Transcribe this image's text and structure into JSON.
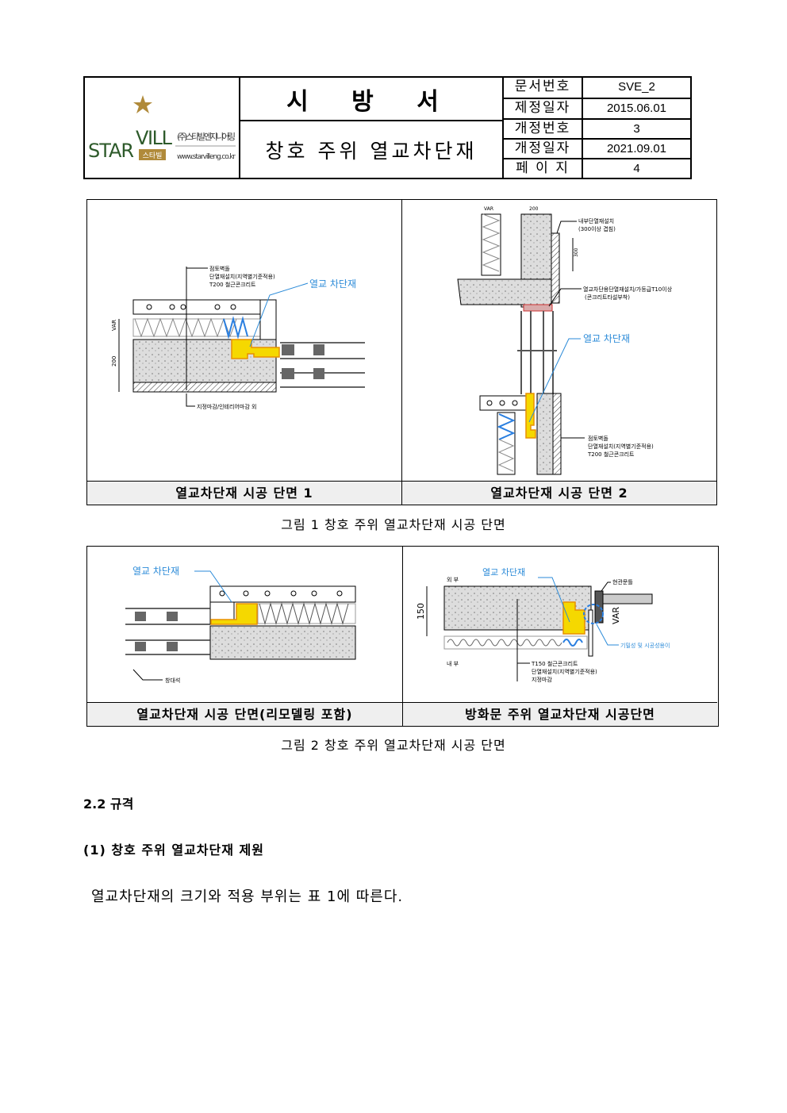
{
  "header": {
    "logo": {
      "brand": "STARVILL",
      "brand_kr": "스타빌",
      "company": "(주)스타빌 엔지니어링",
      "url": "www.starvilleng.co.kr"
    },
    "doc_type": "시 방 서",
    "doc_title": "창호 주위 열교차단재",
    "meta": [
      {
        "label": "문서번호",
        "value": "SVE_2"
      },
      {
        "label": "제정일자",
        "value": "2015.06.01"
      },
      {
        "label": "개정번호",
        "value": "3"
      },
      {
        "label": "개정일자",
        "value": "2021.09.01"
      },
      {
        "label": "페 이 지",
        "value": "4"
      }
    ]
  },
  "figure1": {
    "panels": [
      {
        "caption": "열교차단재 시공 단면 1",
        "labels": {
          "callout": "열교 차단재",
          "l1": "점토벽돌",
          "l2": "단열재설치(지역별기준적용)",
          "l3": "T200 철근콘크리트",
          "bottom": "지정마감/인테리어마감 외",
          "dim_var": "VAR",
          "dim_200": "200"
        }
      },
      {
        "caption": "열교차단재 시공 단면 2",
        "labels": {
          "callout": "열교 차단재",
          "top1": "내부단열재설치",
          "top2": "(300이상 겹침)",
          "mid1": "열교차단용단열재설치/가등급T10이상",
          "mid2": "(콘크리트타설부착)",
          "l1": "점토벽돌",
          "l2": "단열재설치(지역별기준적용)",
          "l3": "T200 철근콘크리트",
          "dim_var": "VAR",
          "dim_200": "200",
          "dim_300": "300"
        }
      }
    ],
    "caption": "그림 1 창호 주위 열교차단재 시공 단면"
  },
  "figure2": {
    "panels": [
      {
        "caption": "열교차단재 시공 단면(리모델링 포함)",
        "labels": {
          "callout": "열교 차단재",
          "bottom": "창대석"
        }
      },
      {
        "caption": "방화문 주위 열교차단재 시공단면",
        "labels": {
          "callout": "열교 차단재",
          "outside": "외 부",
          "inside": "내 부",
          "door": "현관문틀",
          "note": "기밀성 및 시공성용이",
          "l1": "T150 철근콘크리트",
          "l2": "단열재설치(지역별기준적용)",
          "l3": "지정마감",
          "dim_150": "150",
          "dim_var": "VAR"
        }
      }
    ],
    "caption": "그림 2 창호 주위 열교차단재 시공 단면"
  },
  "section": {
    "heading": "2.2 규격",
    "subheading": "(1) 창호 주위 열교차단재 제원",
    "body": "열교차단재의 크기와 적용 부위는 표 1에 따른다."
  },
  "colors": {
    "callout": "#2a8ad8",
    "barrier": "#f5d800",
    "insulation_blue": "#2a7fe0",
    "logo_green": "#2d5a2a",
    "logo_gold": "#b08a3a",
    "caption_bg": "#efefef"
  }
}
